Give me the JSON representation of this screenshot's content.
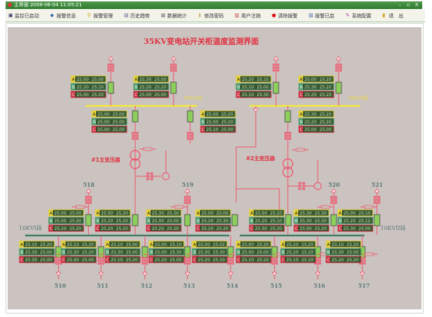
{
  "window": {
    "title": "主界面 2008-06-04 11:05:21",
    "min": "–",
    "max": "▫",
    "close": "X"
  },
  "toolbar": [
    {
      "label": "监控已启动",
      "icon": "monitor-icon",
      "glyph": "▣",
      "color": "#336"
    },
    {
      "label": "报警信息",
      "icon": "alarm-info-icon",
      "glyph": "◆",
      "color": "#36a"
    },
    {
      "label": "报警管理",
      "icon": "key-icon",
      "glyph": "⚲",
      "color": "#c90"
    },
    {
      "label": "历史趋势",
      "icon": "history-icon",
      "glyph": "▤",
      "color": "#558"
    },
    {
      "label": "数据统计",
      "icon": "stats-icon",
      "glyph": "▦",
      "color": "#777"
    },
    {
      "label": "修改密码",
      "icon": "password-icon",
      "glyph": "⚷",
      "color": "#a70"
    },
    {
      "label": "用户注销",
      "icon": "logout-user-icon",
      "glyph": "▥",
      "color": "#b33"
    },
    {
      "label": "清除报警",
      "icon": "clear-alarm-icon",
      "glyph": "●",
      "color": "#d11"
    },
    {
      "label": "报警已启",
      "icon": "alarm-on-icon",
      "glyph": "▧",
      "color": "#46a"
    },
    {
      "label": "系统配置",
      "icon": "config-icon",
      "glyph": "✎",
      "color": "#a3a"
    },
    {
      "label": "退　出",
      "icon": "exit-icon",
      "glyph": "▮",
      "color": "#c90"
    }
  ],
  "diagram": {
    "title": "35KV变电站开关柜温度监测界面",
    "bus_labels": {
      "b35_1": "35KVI段",
      "b35_2": "35KVII段",
      "b10_1": "10KVI段",
      "b10_2": "10KVII段"
    },
    "transformers": {
      "t1": "#1主变压器",
      "t2": "#2主变压器"
    },
    "feeder_labels": [
      "518",
      "519",
      "520",
      "521",
      "510",
      "511",
      "512",
      "513",
      "514",
      "515",
      "516",
      "517"
    ],
    "phase_labels": [
      "A",
      "B",
      "C"
    ],
    "colors": {
      "bg": "#cbc3bf",
      "line": "#f0506a",
      "bus35": "#f4ea3a",
      "bus10": "#3f7f6a",
      "cell": "#2f4a2e",
      "text": "#c8d6b0",
      "title": "#e03040",
      "label": "#5a7a7a"
    },
    "panels": [
      [
        [
          "25.00",
          "25.00"
        ],
        [
          "25.20",
          "25.10"
        ],
        [
          "25.00",
          "25.20"
        ]
      ],
      [
        [
          "25.30",
          "25.00"
        ],
        [
          "25.20",
          "25.20"
        ],
        [
          "25.00",
          "25.00"
        ]
      ],
      [
        [
          "25.20",
          "25.10"
        ],
        [
          "25.10",
          "25.00"
        ],
        [
          "25.10",
          "25.30"
        ]
      ],
      [
        [
          "25.00",
          "25.20"
        ],
        [
          "25.30",
          "25.20"
        ],
        [
          "25.20",
          "25.20"
        ]
      ],
      [
        [
          "25.00",
          "25.00"
        ],
        [
          "25.00",
          "25.00"
        ],
        [
          "25.00",
          "25.00"
        ]
      ],
      [
        [
          "25.00",
          "25.20"
        ],
        [
          "25.00",
          "25.20"
        ],
        [
          "25.10",
          "25.00"
        ]
      ],
      [
        [
          "25.30",
          "25.20"
        ],
        [
          "25.20",
          "25.20"
        ],
        [
          "25.00",
          "25.00"
        ]
      ],
      [
        [
          "25.00",
          "25.00"
        ],
        [
          "25.00",
          "25.30"
        ],
        [
          "25.20",
          "25.20"
        ]
      ],
      [
        [
          "25.00",
          "25.20"
        ],
        [
          "25.20",
          "25.20"
        ],
        [
          "25.20",
          "25.20"
        ]
      ],
      [
        [
          "25.30",
          "25.30"
        ],
        [
          "25.00",
          "25.00"
        ],
        [
          "25.20",
          "25.20"
        ]
      ],
      [
        [
          "25.00",
          "25.00"
        ],
        [
          "25.20",
          "25.30"
        ],
        [
          "25.20",
          "25.20"
        ]
      ],
      [
        [
          "25.00",
          "25.10"
        ],
        [
          "25.20",
          "25.10"
        ],
        [
          "25.30",
          "25.20"
        ]
      ],
      [
        [
          "25.30",
          "25.30"
        ],
        [
          "25.30",
          "25.30"
        ],
        [
          "25.00",
          "25.20"
        ]
      ],
      [
        [
          "25.00",
          "25.10"
        ],
        [
          "25.20",
          "25.12"
        ],
        [
          "25.30",
          "25.00"
        ]
      ],
      [
        [
          "25.10",
          "25.20"
        ],
        [
          "25.30",
          "25.00"
        ],
        [
          "25.30",
          "25.00"
        ]
      ],
      [
        [
          "25.10",
          "25.20"
        ],
        [
          "25.30",
          "25.20"
        ],
        [
          "25.00",
          "25.00"
        ]
      ],
      [
        [
          "25.10",
          "25.00"
        ],
        [
          "25.30",
          "25.00"
        ],
        [
          "25.10",
          "25.20"
        ]
      ],
      [
        [
          "25.00",
          "25.10"
        ],
        [
          "25.00",
          "25.30"
        ],
        [
          "25.20",
          "25.00"
        ]
      ],
      [
        [
          "25.00",
          "25.02"
        ],
        [
          "25.30",
          "25.30"
        ],
        [
          "25.20",
          "25.10"
        ]
      ],
      [
        [
          "25.00",
          "25.20"
        ],
        [
          "25.00",
          "25.00"
        ],
        [
          "25.10",
          "25.20"
        ]
      ],
      [
        [
          "25.20",
          "25.20"
        ],
        [
          "25.20",
          "25.10"
        ],
        [
          "25.10",
          "25.10"
        ]
      ],
      [
        [
          "25.10",
          "25.20"
        ],
        [
          "25.30",
          "25.00"
        ],
        [
          "25.20",
          "25.20"
        ]
      ]
    ]
  }
}
